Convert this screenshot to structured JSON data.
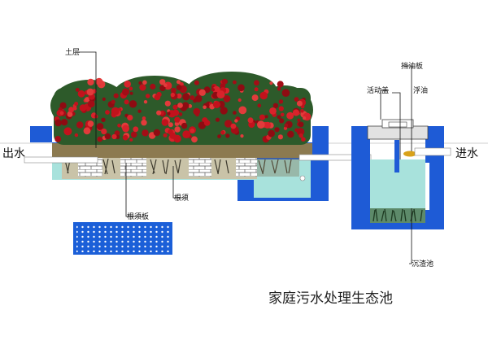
{
  "labels": {
    "topsoil": "土层",
    "outlet": "出水",
    "inlet": "进水",
    "roots": "根须",
    "root_plate": "根须板",
    "movable_cover": "活动盖",
    "baffle": "挡油板",
    "floating_oil": "浮油",
    "settling_tank": "沉渣池"
  },
  "title": "家庭污水处理生态池",
  "colors": {
    "tank_blue": "#1e5bd6",
    "water": "#a8e2dc",
    "soil": "#8c7a50",
    "flower_red": "#c2121c",
    "leaf_green": "#2d5a2a",
    "root_plate_blue": "#1b5fd8",
    "oil_yellow": "#d9a21a"
  }
}
